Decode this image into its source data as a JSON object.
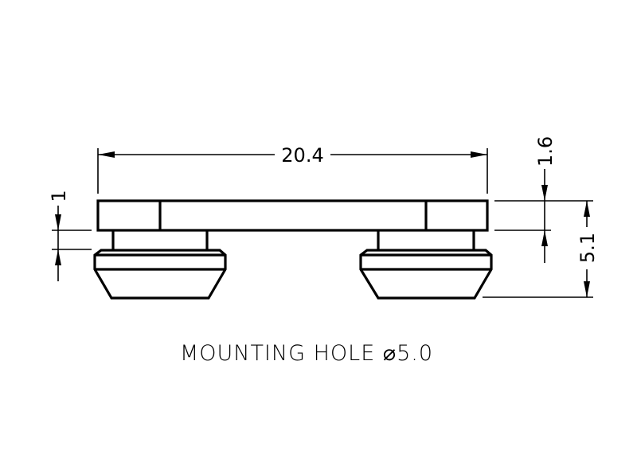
{
  "dimensions": {
    "overall_width": "20.4",
    "plate_thickness": "1.6",
    "total_height": "5.1",
    "stem_height": "1"
  },
  "caption": "MOUNTING HOLE ⌀5.0",
  "colors": {
    "line": "#000000",
    "background": "#ffffff"
  }
}
